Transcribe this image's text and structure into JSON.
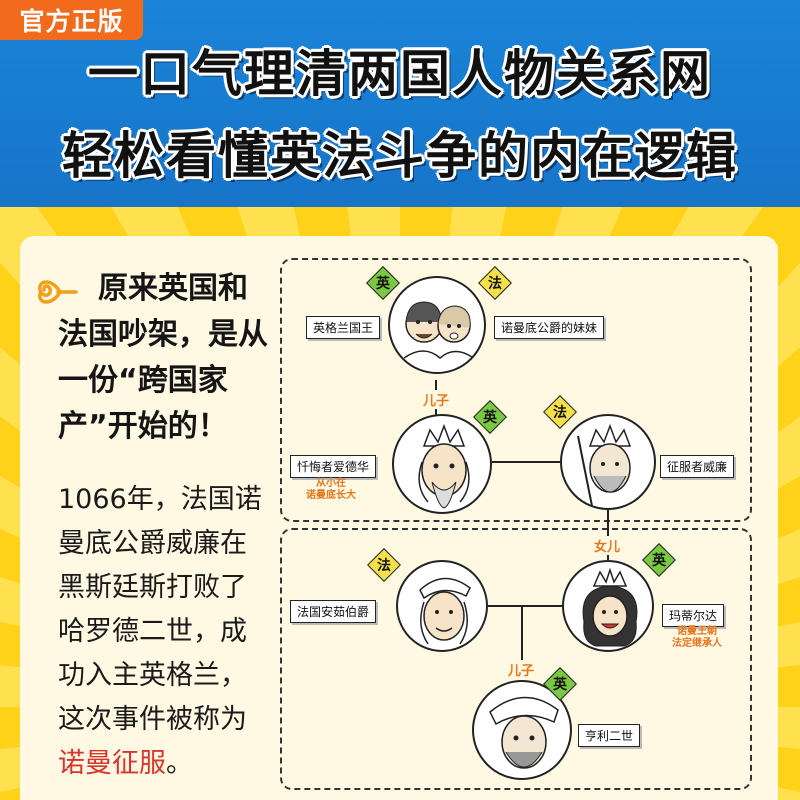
{
  "header": {
    "badge": "官方正版",
    "headline_1": "一口气理清两国人物关系网",
    "headline_2": "轻松看懂英法斗争的内在逻辑"
  },
  "intro": {
    "lead": "原来英国和法国吵架，是从一份“跨国家产”开始的！",
    "body_prefix": "1066年，法国诺曼底公爵威廉在黑斯廷斯打败了哈罗德二世，成功入主英格兰，这次事件被称为",
    "body_highlight": "诺曼征服",
    "body_suffix": "。"
  },
  "diagram": {
    "tags": {
      "england": "英",
      "france": "法"
    },
    "people": {
      "king_england": "英格兰国王",
      "norman_sister": "诺曼底公爵的妹妹",
      "edward": "忏悔者爱德华",
      "william": "征服者威廉",
      "anjou": "法国安茹伯爵",
      "matilda": "玛蒂尔达",
      "henry": "亨利二世"
    },
    "notes": {
      "edward_note_1": "从小在",
      "edward_note_2": "诺曼底长大",
      "matilda_note_1": "诺曼王朝",
      "matilda_note_2": "法定继承人"
    },
    "relations": {
      "son_1": "儿子",
      "daughter": "女儿",
      "son_2": "儿子"
    }
  },
  "colors": {
    "header_blue": "#1774c9",
    "badge_orange": "#f26a1b",
    "background_yellow": "#ffd21a",
    "england_tag": "#7bc943",
    "france_tag": "#f4e14a",
    "relation_orange": "#e5761c",
    "highlight_red": "#d8362a"
  }
}
